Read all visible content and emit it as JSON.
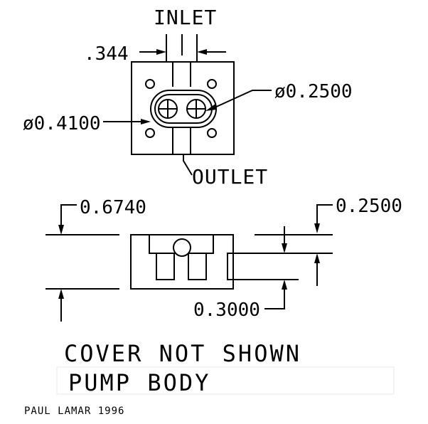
{
  "drawing": {
    "top_view": {
      "label_inlet": "INLET",
      "label_outlet": "OUTLET",
      "dim_width": ".344",
      "dim_small_hole": "ø0.2500",
      "dim_large_hole": "ø0.4100"
    },
    "side_view": {
      "dim_height": "0.6740",
      "dim_top": "0.2500",
      "dim_bottom": "0.3000"
    },
    "notes": {
      "line1": "COVER NOT SHOWN",
      "line2": "PUMP BODY",
      "credit": "PAUL LAMAR 1996"
    }
  }
}
